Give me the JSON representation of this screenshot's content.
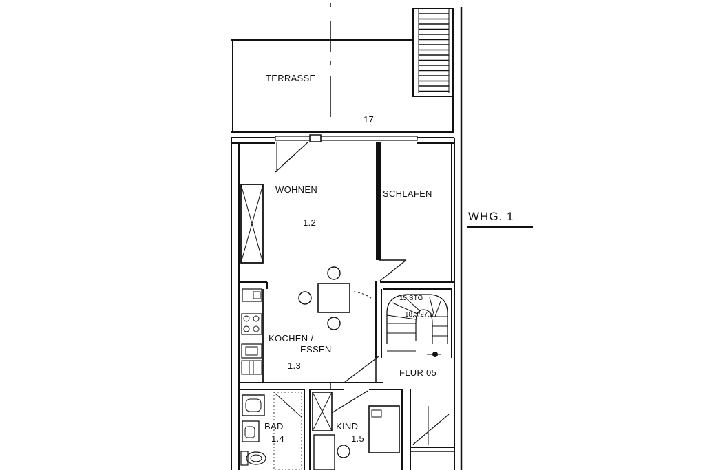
{
  "labels": {
    "terrasse": "TERRASSE",
    "terrasse_num": "17",
    "wohnen": "WOHNEN",
    "wohnen_num": "1.2",
    "schlafen": "SCHLAFEN",
    "kochen_line1": "KOCHEN /",
    "kochen_line2": "ESSEN",
    "kochen_num": "1.3",
    "stairs_line1": "15 STG",
    "stairs_line2": "18,3/27,5",
    "flur": "FLUR 05",
    "bad": "BAD",
    "bad_num": "1.4",
    "kind": "KIND",
    "kind_num": "1.5",
    "unit": "WHG. 1"
  },
  "colors": {
    "ink": "#111111",
    "paper": "#ffffff"
  }
}
